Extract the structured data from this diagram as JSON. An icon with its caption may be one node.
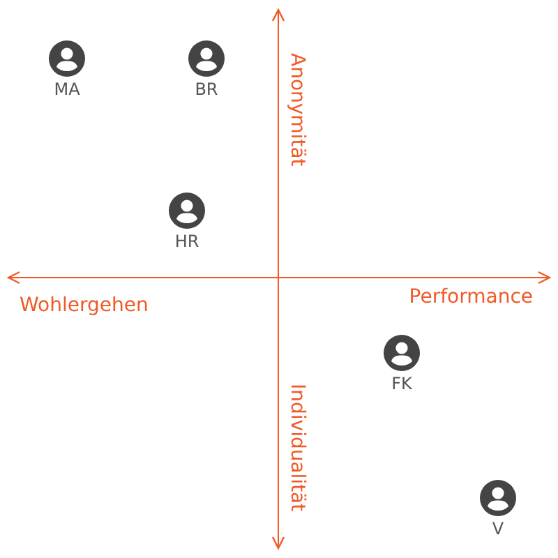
{
  "diagram": {
    "nodes": [
      {
        "text": [
          "MA"
        ]
      },
      {
        "text": [
          "BR"
        ]
      },
      {
        "text": [
          "HR"
        ]
      },
      {
        "text": [
          "FK"
        ]
      },
      {
        "text": [
          "V"
        ]
      }
    ],
    "labels": [
      "Anonymität",
      "Wohlergehen",
      "Performance",
      "Individualität"
    ]
  }
}
